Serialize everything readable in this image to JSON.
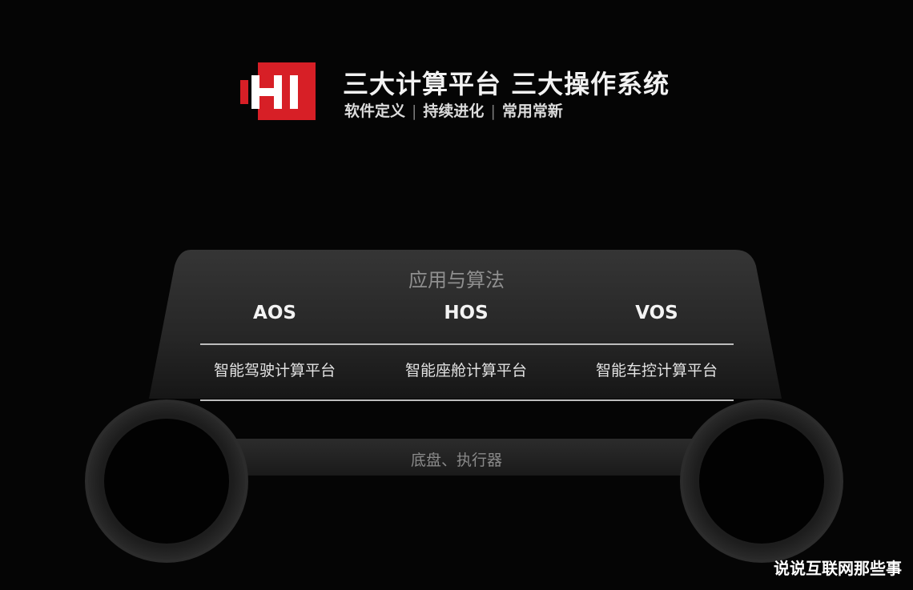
{
  "header": {
    "logo_text": "HI",
    "headline": "三大计算平台 三大操作系统",
    "tagline": [
      "软件定义",
      "持续进化",
      "常用常新"
    ],
    "separator": "|"
  },
  "diagram": {
    "layer_title": "应用与算法",
    "columns": [
      {
        "os": "AOS",
        "platform": "智能驾驶计算平台"
      },
      {
        "os": "HOS",
        "platform": "智能座舱计算平台"
      },
      {
        "os": "VOS",
        "platform": "智能车控计算平台"
      }
    ],
    "chassis_label": "底盘、执行器"
  },
  "watermark": "说说互联网那些事",
  "colors": {
    "background": "#050505",
    "logo_red": "#d71f26",
    "panel": "#2a2a2a",
    "divider": "#bdbdbd"
  }
}
